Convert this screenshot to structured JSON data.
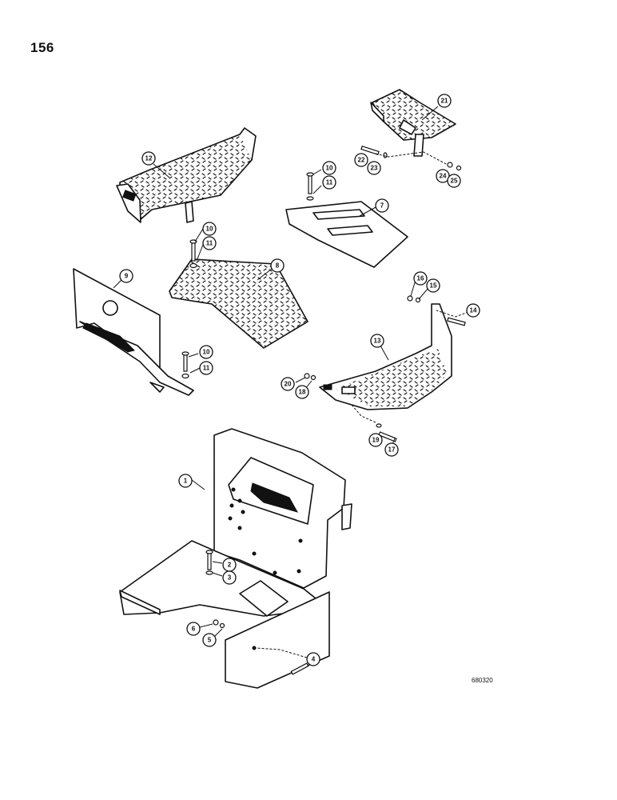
{
  "page": {
    "number": "156",
    "drawing_code": "680320"
  },
  "callouts": {
    "c1": "1",
    "c2": "2",
    "c3": "3",
    "c4": "4",
    "c5": "5",
    "c6": "6",
    "c7": "7",
    "c8": "8",
    "c9": "9",
    "c10a": "10",
    "c10b": "10",
    "c10c": "10",
    "c11a": "11",
    "c11b": "11",
    "c11c": "11",
    "c12": "12",
    "c13": "13",
    "c14": "14",
    "c15": "15",
    "c16": "16",
    "c17": "17",
    "c18": "18",
    "c19": "19",
    "c20": "20",
    "c21": "21",
    "c22": "22",
    "c23": "23",
    "c24": "24",
    "c25": "25"
  }
}
